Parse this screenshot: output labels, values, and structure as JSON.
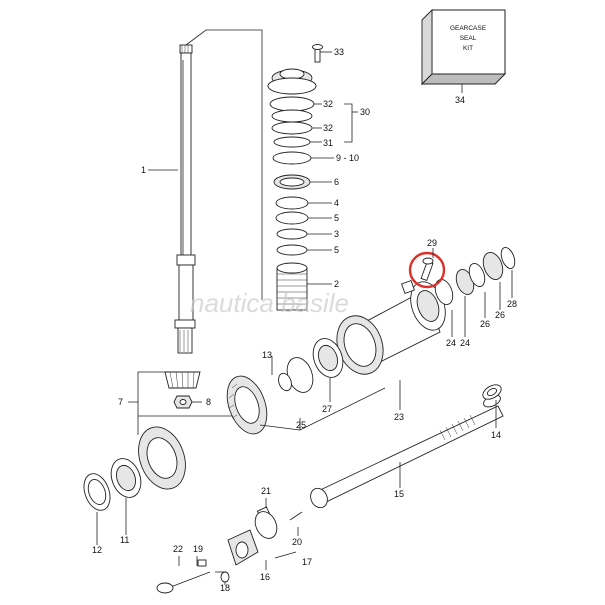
{
  "kit_box": {
    "line1": "GEARCASE",
    "line2": "SEAL",
    "line3": "KIT"
  },
  "watermark": "nautica basile",
  "callouts": {
    "c1": "1",
    "c2": "2",
    "c3": "3",
    "c4": "4",
    "c5a": "5",
    "c5b": "5",
    "c6": "6",
    "c7": "7",
    "c8": "8",
    "c910": "9 - 10",
    "c11": "11",
    "c12": "12",
    "c13": "13",
    "c14": "14",
    "c15": "15",
    "c16": "16",
    "c17": "17",
    "c18": "18",
    "c19": "19",
    "c20": "20",
    "c21": "21",
    "c22": "22",
    "c23": "23",
    "c24a": "24",
    "c24b": "24",
    "c25": "25",
    "c26a": "26",
    "c26b": "26",
    "c27": "27",
    "c28": "28",
    "c29": "29",
    "c30": "30",
    "c31": "31",
    "c32a": "32",
    "c32b": "32",
    "c33": "33",
    "c34": "34"
  },
  "highlight_color": "#e0302a"
}
